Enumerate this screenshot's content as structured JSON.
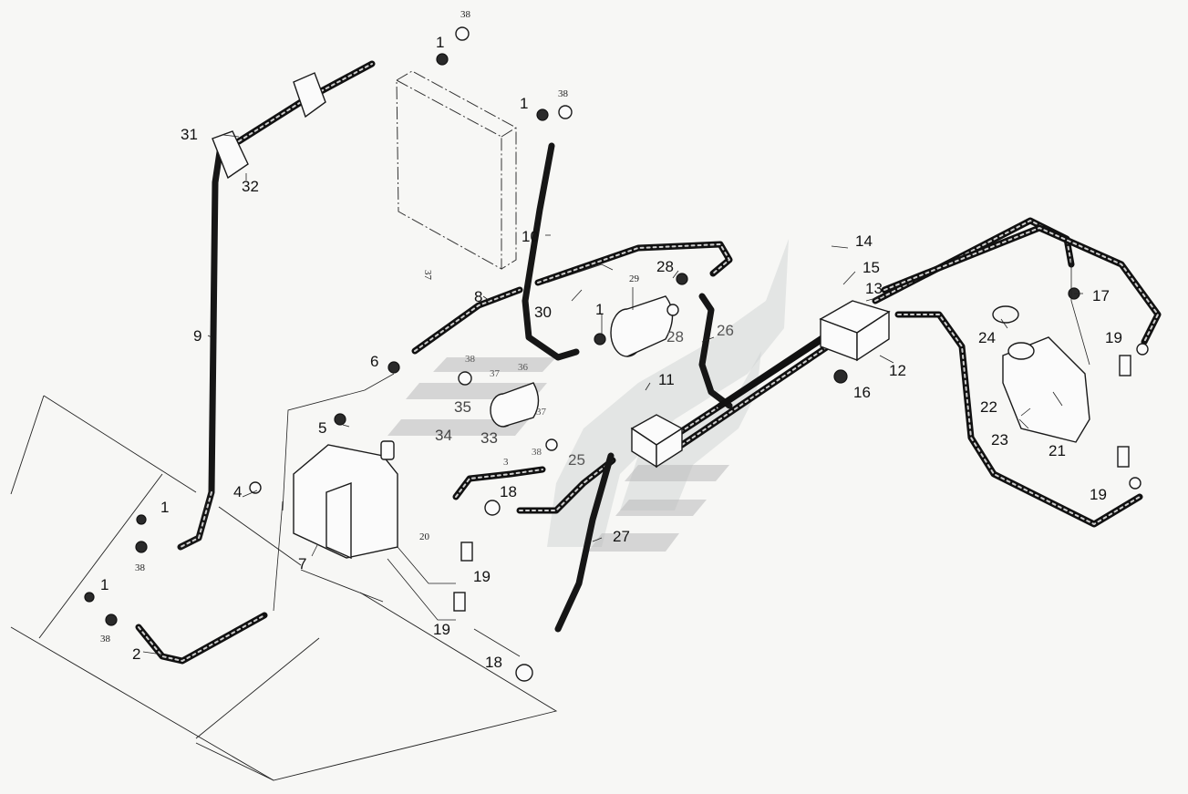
{
  "diagram": {
    "type": "exploded-parts-diagram",
    "subject": "hydraulic hose and pump assembly",
    "watermark_colors": {
      "dark": "#b9b9b9",
      "light": "#cfd3d3"
    },
    "callouts": [
      {
        "id": "c1a",
        "label": "1"
      },
      {
        "id": "c1b",
        "label": "1"
      },
      {
        "id": "c1c",
        "label": "1"
      },
      {
        "id": "c1d",
        "label": "1"
      },
      {
        "id": "c1e",
        "label": "1"
      },
      {
        "id": "c2",
        "label": "2"
      },
      {
        "id": "c3",
        "label": "3"
      },
      {
        "id": "c4",
        "label": "4"
      },
      {
        "id": "c5",
        "label": "5"
      },
      {
        "id": "c6",
        "label": "6"
      },
      {
        "id": "c7",
        "label": "7"
      },
      {
        "id": "c8",
        "label": "8"
      },
      {
        "id": "c9",
        "label": "9"
      },
      {
        "id": "c10",
        "label": "10"
      },
      {
        "id": "c11",
        "label": "11"
      },
      {
        "id": "c12",
        "label": "12"
      },
      {
        "id": "c13",
        "label": "13"
      },
      {
        "id": "c14",
        "label": "14"
      },
      {
        "id": "c15",
        "label": "15"
      },
      {
        "id": "c16",
        "label": "16"
      },
      {
        "id": "c17",
        "label": "17"
      },
      {
        "id": "c18a",
        "label": "18"
      },
      {
        "id": "c18b",
        "label": "18"
      },
      {
        "id": "c19a",
        "label": "19"
      },
      {
        "id": "c19b",
        "label": "19"
      },
      {
        "id": "c19c",
        "label": "19"
      },
      {
        "id": "c19d",
        "label": "19"
      },
      {
        "id": "c20",
        "label": "20"
      },
      {
        "id": "c21",
        "label": "21"
      },
      {
        "id": "c22",
        "label": "22"
      },
      {
        "id": "c23",
        "label": "23"
      },
      {
        "id": "c24",
        "label": "24"
      },
      {
        "id": "c25",
        "label": "25"
      },
      {
        "id": "c26",
        "label": "26"
      },
      {
        "id": "c27",
        "label": "27"
      },
      {
        "id": "c28a",
        "label": "28"
      },
      {
        "id": "c28b",
        "label": "28"
      },
      {
        "id": "c29",
        "label": "29"
      },
      {
        "id": "c30",
        "label": "30"
      },
      {
        "id": "c31",
        "label": "31"
      },
      {
        "id": "c32",
        "label": "32"
      },
      {
        "id": "c33",
        "label": "33"
      },
      {
        "id": "c34",
        "label": "34"
      },
      {
        "id": "c35",
        "label": "35"
      },
      {
        "id": "c36",
        "label": "36"
      },
      {
        "id": "c37a",
        "label": "37"
      },
      {
        "id": "c37b",
        "label": "37"
      },
      {
        "id": "c37c",
        "label": "37"
      },
      {
        "id": "c38a",
        "label": "38"
      },
      {
        "id": "c38b",
        "label": "38"
      },
      {
        "id": "c38c",
        "label": "38"
      },
      {
        "id": "c38d",
        "label": "38"
      },
      {
        "id": "c38e",
        "label": "38"
      },
      {
        "id": "c38f",
        "label": "38"
      }
    ]
  }
}
